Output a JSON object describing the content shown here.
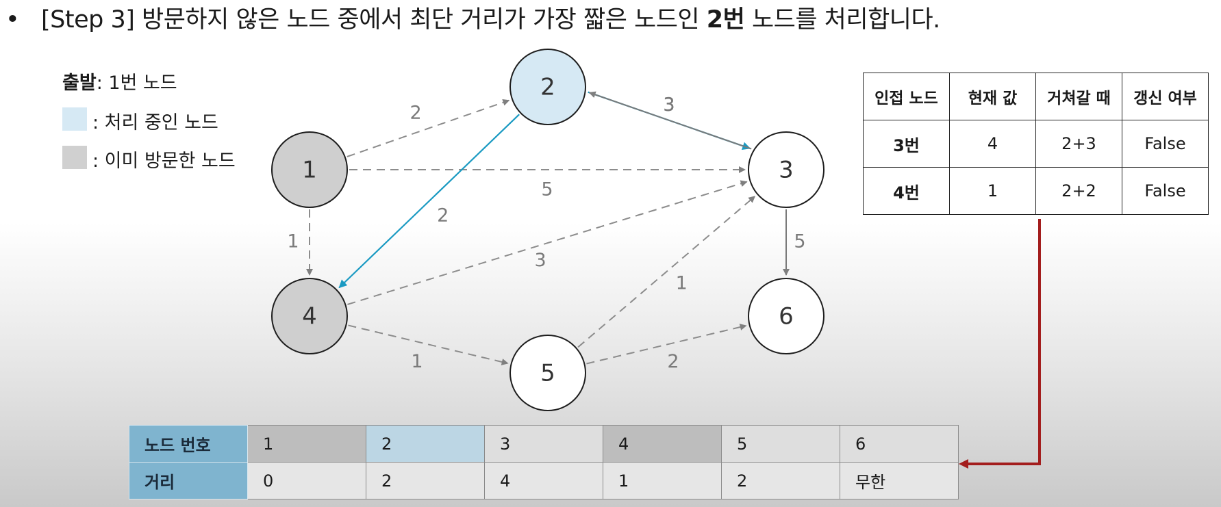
{
  "header": {
    "bullet": "•",
    "step": "[Step 3]",
    "text_before": " 방문하지 않은 노드 중에서 최단 거리가 가장 짧은 노드인 ",
    "bold_node": "2번",
    "text_after": " 노드를 처리합니다."
  },
  "legend": {
    "start_label": "출발",
    "start_value": ": 1번 노드",
    "processing": ": 처리 중인 노드",
    "visited": ": 이미 방문한 노드"
  },
  "colors": {
    "processing": "#d6e9f4",
    "visited": "#d0d0d0",
    "node_visited_fill": "#cfcfcf",
    "node_current_fill": "#d6e9f4",
    "active_edge": "#1a9ac2",
    "dashed_edge": "#8c8c8c",
    "solid_edge": "#7a7a7a",
    "connector": "#a31d1d"
  },
  "graph": {
    "nodes": [
      {
        "id": "1",
        "label": "1",
        "state": "visited"
      },
      {
        "id": "2",
        "label": "2",
        "state": "current"
      },
      {
        "id": "3",
        "label": "3",
        "state": "unvisited"
      },
      {
        "id": "4",
        "label": "4",
        "state": "visited"
      },
      {
        "id": "5",
        "label": "5",
        "state": "unvisited"
      },
      {
        "id": "6",
        "label": "6",
        "state": "unvisited"
      }
    ],
    "edges": [
      {
        "from": "1",
        "to": "2",
        "weight": "2",
        "style": "dashed"
      },
      {
        "from": "1",
        "to": "3",
        "weight": "5",
        "style": "dashed"
      },
      {
        "from": "1",
        "to": "4",
        "weight": "1",
        "style": "dashed"
      },
      {
        "from": "2",
        "to": "3",
        "weight": "3",
        "style": "active"
      },
      {
        "from": "3",
        "to": "2",
        "weight": "3",
        "style": "solid"
      },
      {
        "from": "2",
        "to": "4",
        "weight": "2",
        "style": "active"
      },
      {
        "from": "4",
        "to": "3",
        "weight": "3",
        "style": "dashed"
      },
      {
        "from": "4",
        "to": "5",
        "weight": "1",
        "style": "dashed"
      },
      {
        "from": "5",
        "to": "3",
        "weight": "1",
        "style": "dashed"
      },
      {
        "from": "5",
        "to": "6",
        "weight": "2",
        "style": "dashed"
      },
      {
        "from": "3",
        "to": "6",
        "weight": "5",
        "style": "solid"
      }
    ]
  },
  "side_table": {
    "headers": [
      "인접 노드",
      "현재 값",
      "거쳐갈 때",
      "갱신 여부"
    ],
    "rows": [
      [
        "3번",
        "4",
        "2+3",
        "False"
      ],
      [
        "4번",
        "1",
        "2+2",
        "False"
      ]
    ]
  },
  "distance_table": {
    "row1_label": "노드 번호",
    "row2_label": "거리",
    "nodes": [
      "1",
      "2",
      "3",
      "4",
      "5",
      "6"
    ],
    "distances": [
      "0",
      "2",
      "4",
      "1",
      "2",
      "무한"
    ],
    "states": [
      "visited",
      "current",
      "plain",
      "visited",
      "plain",
      "plain"
    ]
  }
}
